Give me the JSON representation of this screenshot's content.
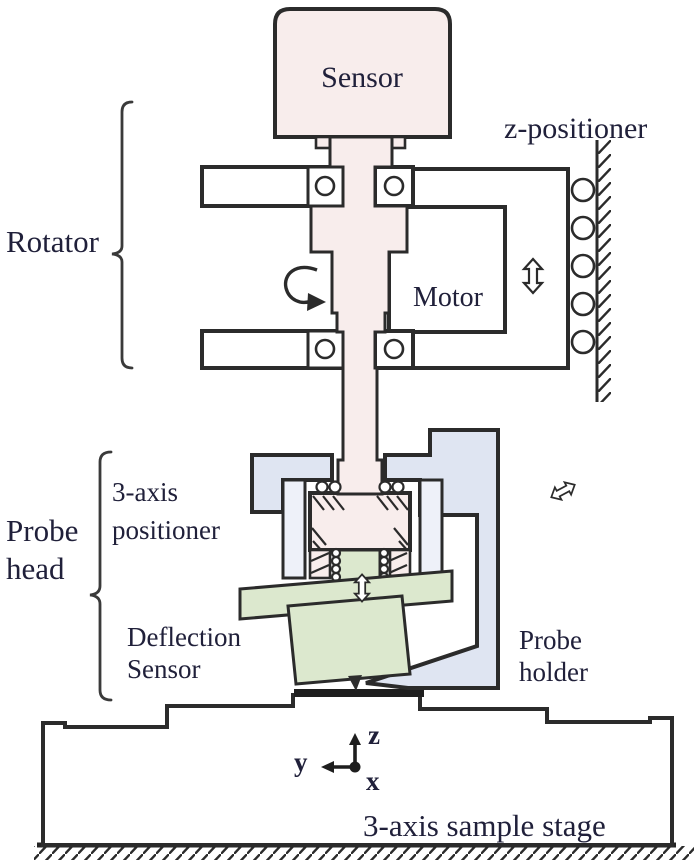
{
  "figure": {
    "labels": {
      "sensor": "Sensor",
      "z_positioner": "z-positioner",
      "rotator": "Rotator",
      "motor": "Motor",
      "probe_head": [
        "Probe",
        "head"
      ],
      "three_axis_positioner": [
        "3-axis",
        "positioner"
      ],
      "deflection_sensor": [
        "Deflection",
        "Sensor"
      ],
      "probe_holder": [
        "Probe",
        "holder"
      ],
      "sample_stage": "3-axis sample stage",
      "axes": {
        "x": "x",
        "y": "y",
        "z": "z"
      }
    },
    "colors": {
      "spindle_fill": "#f8edec",
      "frame_fill": "#dfe5f2",
      "leg_fill": "#eef1f9",
      "probe_fill": "#dce8ce",
      "outline": "#2b2b2b",
      "text": "#20203a"
    },
    "icons": {
      "rotation_arrow": "curved-rotation-arrow",
      "z_motion_arrow": "vertical-double-arrow",
      "deflection_arrow": "vertical-double-arrow",
      "tilt_arrow": "diagonal-double-arrow"
    }
  }
}
